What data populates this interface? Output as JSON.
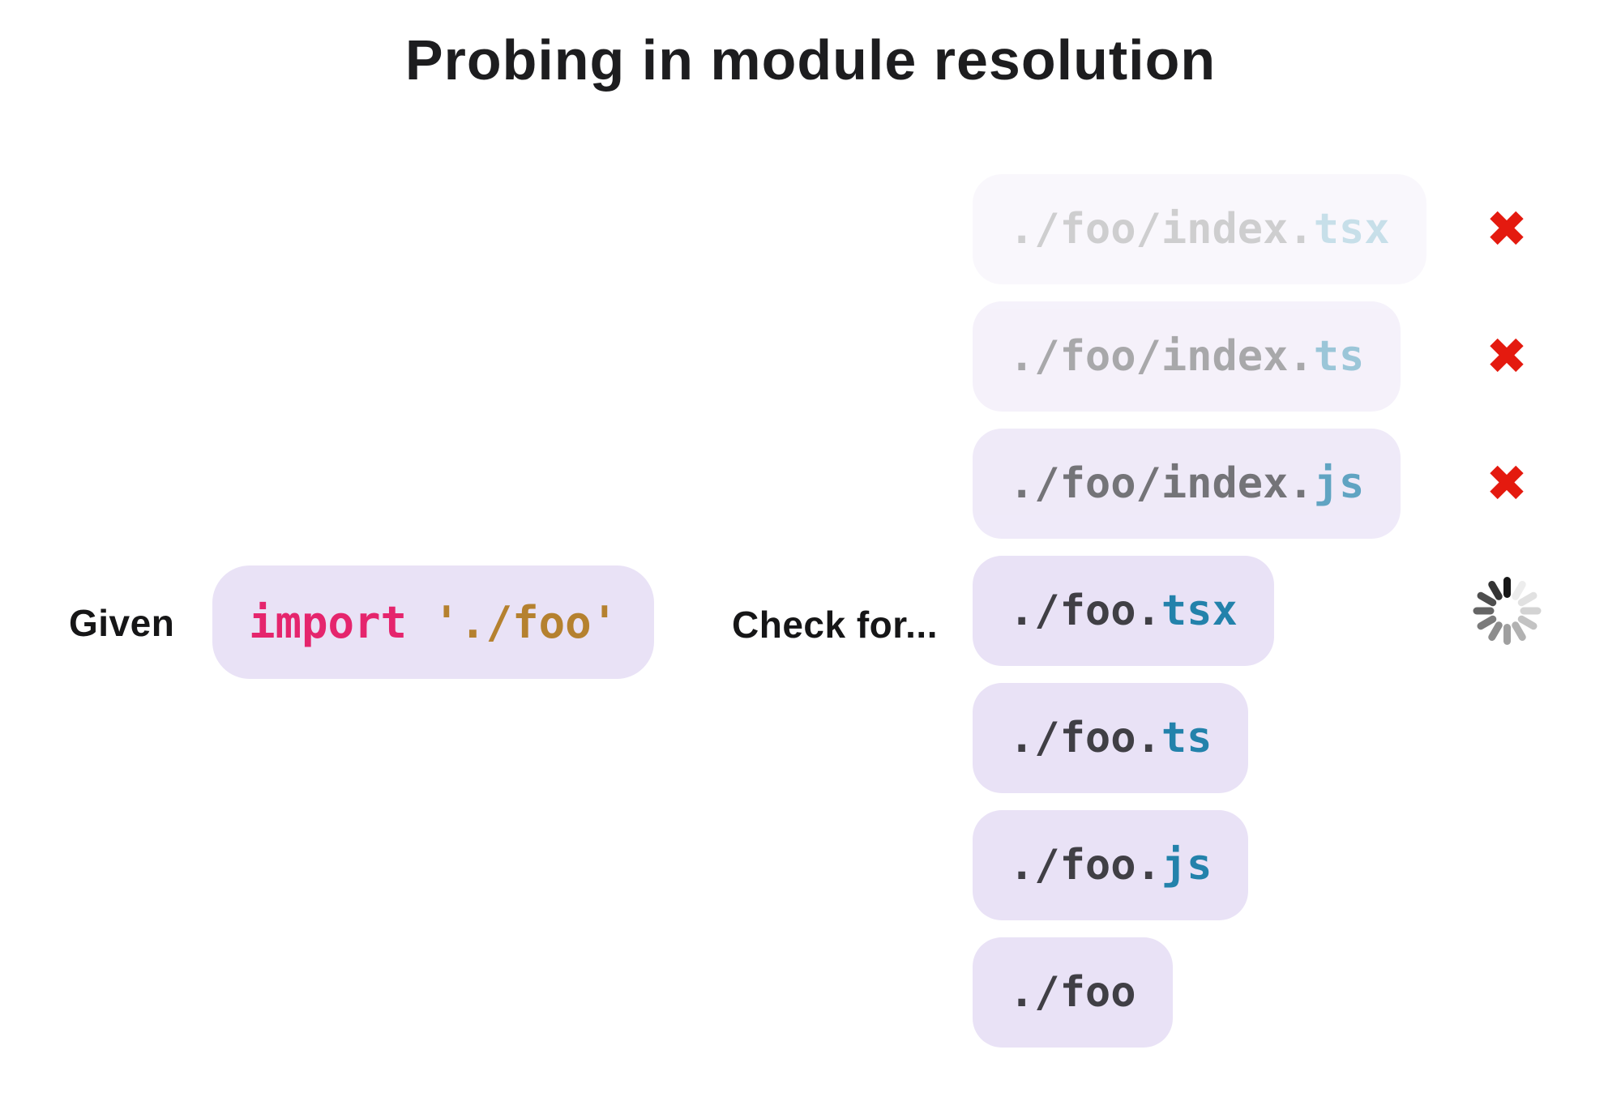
{
  "title": "Probing in module resolution",
  "given": {
    "label": "Given",
    "code": [
      {
        "token": "keyword",
        "text": "import",
        "color": "#e5256d"
      },
      {
        "token": "string",
        "text": " './foo'",
        "color": "#b5812f"
      }
    ]
  },
  "check": {
    "label": "Check for..."
  },
  "candidates": [
    {
      "base": "./foo/index.",
      "ext": "tsx",
      "status": "failed",
      "fade": 0.25
    },
    {
      "base": "./foo/index.",
      "ext": "ts",
      "status": "failed",
      "fade": 0.45
    },
    {
      "base": "./foo/index.",
      "ext": "js",
      "status": "failed",
      "fade": 0.72
    },
    {
      "base": "./foo.",
      "ext": "tsx",
      "status": "checking",
      "fade": 1
    },
    {
      "base": "./foo.",
      "ext": "ts",
      "status": "pending",
      "fade": 1
    },
    {
      "base": "./foo.",
      "ext": "js",
      "status": "pending",
      "fade": 1
    },
    {
      "base": "./foo",
      "ext": "",
      "status": "pending",
      "fade": 1
    }
  ],
  "icons": {
    "fail_glyph": "✖",
    "fail_color": "#e41a0f",
    "spinner_name": "loading-spinner",
    "spinner_opacities": [
      1,
      0.08,
      0.13,
      0.19,
      0.26,
      0.33,
      0.41,
      0.49,
      0.57,
      0.66,
      0.76,
      0.87
    ]
  },
  "colors": {
    "background": "#ffffff",
    "chip_bg": "#e9e2f6",
    "chip_path_text": "#403f45",
    "chip_extension_text": "#2382ab",
    "keyword_pink": "#e5256d",
    "string_ochre": "#b5812f",
    "title_text": "#1d1d1f"
  }
}
